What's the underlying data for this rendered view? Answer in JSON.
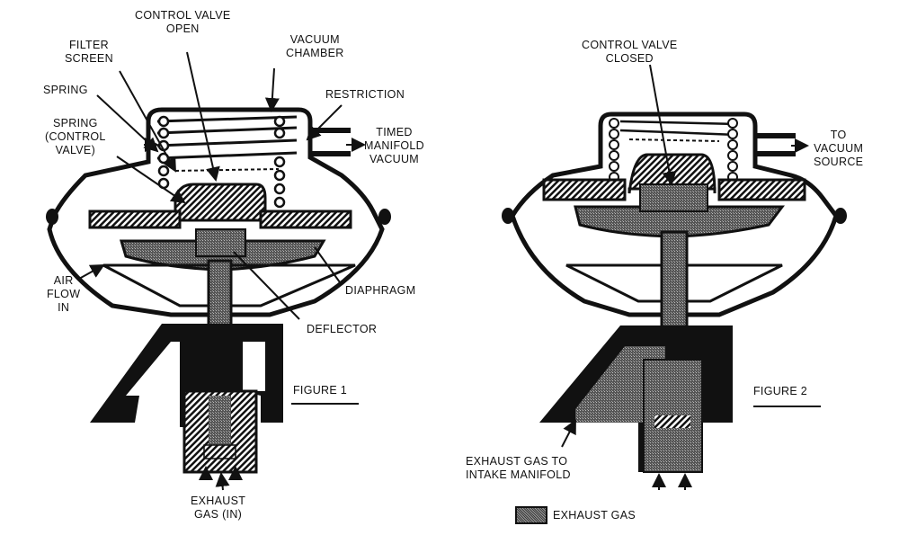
{
  "figures": [
    {
      "id": "figure-1",
      "title": "FIGURE 1",
      "labels": {
        "control_valve": "CONTROL VALVE\nOPEN",
        "filter_screen": "FILTER\nSCREEN",
        "vacuum_chamber": "VACUUM\nCHAMBER",
        "spring": "SPRING",
        "restriction": "RESTRICTION",
        "spring_control_valve": "SPRING\n(CONTROL\nVALVE)",
        "timed_manifold_vacuum": "TIMED\nMANIFOLD\nVACUUM",
        "air_flow_in": "AIR\nFLOW\nIN",
        "diaphragm": "DIAPHRAGM",
        "deflector": "DEFLECTOR",
        "exhaust_gas_in": "EXHAUST\nGAS (IN)"
      }
    },
    {
      "id": "figure-2",
      "title": "FIGURE 2",
      "labels": {
        "control_valve": "CONTROL VALVE\nCLOSED",
        "to_vacuum_source": "TO\nVACUUM\nSOURCE",
        "exhaust_to_intake": "EXHAUST GAS TO\nINTAKE MANIFOLD"
      }
    }
  ],
  "legend": {
    "swatch": "exhaust-gas-pattern",
    "label": "EXHAUST GAS"
  },
  "colors": {
    "ink": "#111111",
    "paper": "#ffffff",
    "exhaust_fill": "#6e6e6e"
  }
}
